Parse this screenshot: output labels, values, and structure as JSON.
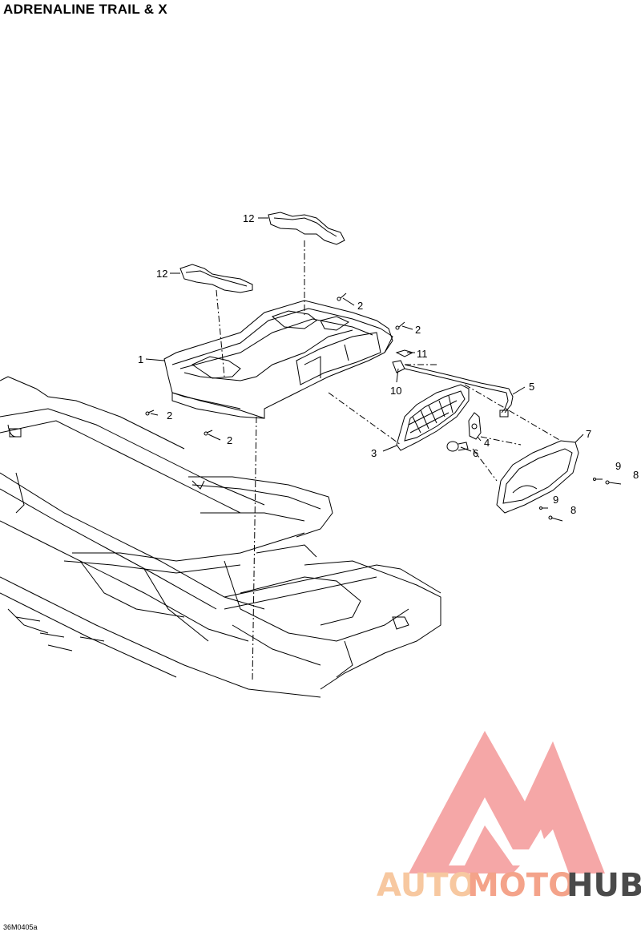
{
  "title": "ADRENALINE TRAIL & X",
  "drawing_code": "36M0405a",
  "callouts": [
    "1",
    "2",
    "2",
    "2",
    "2",
    "3",
    "4",
    "5",
    "6",
    "7",
    "8",
    "8",
    "9",
    "9",
    "10",
    "11",
    "12",
    "12"
  ],
  "watermark": {
    "part1": "AUTO",
    "part2": "MOTO",
    "part3": "HUB",
    "color_light": "#f7c8a0",
    "color_mid": "#f4a38a",
    "color_dark": "#4a4a4a",
    "logo_color": "#f28a8a"
  }
}
